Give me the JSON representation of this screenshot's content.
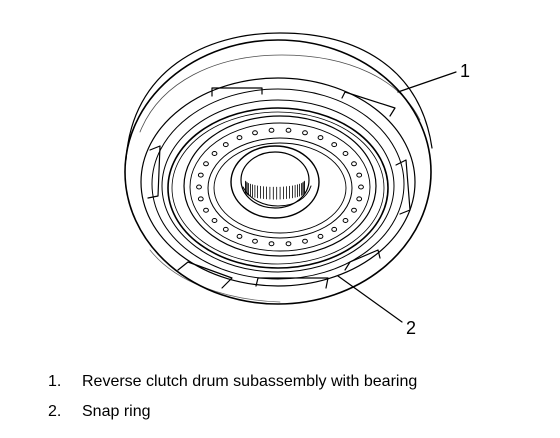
{
  "callouts": [
    {
      "label": "1"
    },
    {
      "label": "2"
    }
  ],
  "legend": [
    {
      "number": "1.",
      "text": "Reverse clutch drum subassembly with bearing"
    },
    {
      "number": "2.",
      "text": "Snap ring"
    }
  ],
  "colors": {
    "ink": "#000000",
    "background": "#ffffff"
  }
}
